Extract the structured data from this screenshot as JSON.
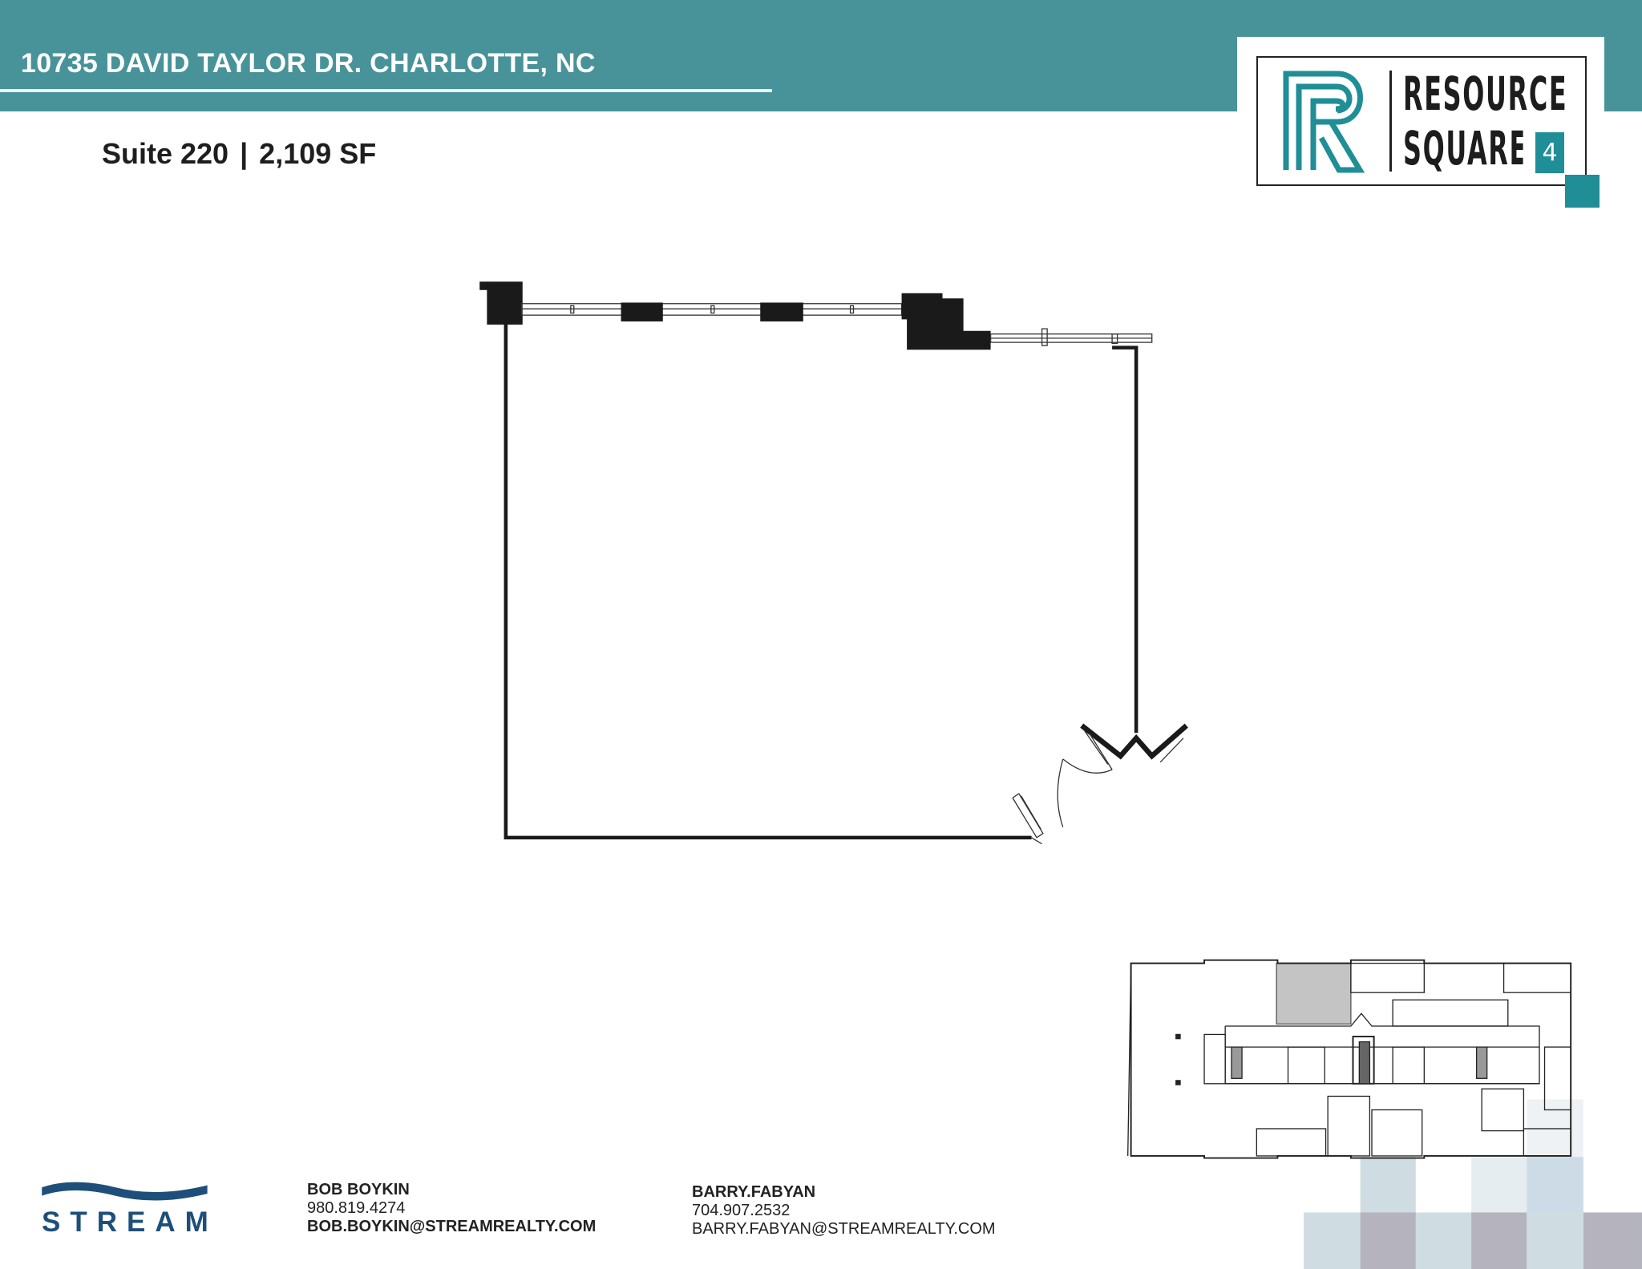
{
  "header": {
    "address": "10735 DAVID TAYLOR DR. CHARLOTTE, NC",
    "brand_color": "#48939a"
  },
  "logo": {
    "line1": "RESOURCE",
    "line2": "SQUARE",
    "number": "4",
    "accent_color": "#1f8e96"
  },
  "suite": {
    "name": "Suite 220",
    "separator": "|",
    "area": "2,109 SF"
  },
  "footer": {
    "company": "STREAM",
    "contacts": [
      {
        "name": "BOB BOYKIN",
        "phone": "980.819.4274",
        "email": "BOB.BOYKIN@STREAMREALTY.COM"
      },
      {
        "name": "BARRY.FABYAN",
        "phone": "704.907.2532",
        "email": "BARRY.FABYAN@STREAMREALTY.COM"
      }
    ]
  }
}
